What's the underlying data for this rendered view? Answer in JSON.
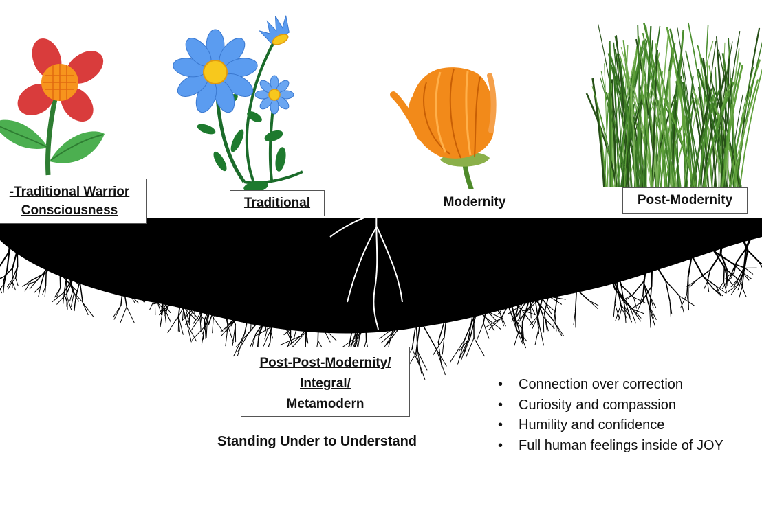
{
  "stages": {
    "pre_traditional": [
      "-Traditional Warrior",
      "Consciousness"
    ],
    "traditional": "Traditional",
    "modernity": "Modernity",
    "post_modernity": "Post-Modernity",
    "post_post_modernity": [
      "Post-Post-Modernity/",
      "Integral/",
      "Metamodern"
    ]
  },
  "caption": "Standing Under to Understand",
  "bullets": [
    "Connection over correction",
    "Curiosity and compassion",
    "Humility and confidence",
    "Full human feelings inside of JOY"
  ],
  "colors": {
    "red_flower": "#d93c3c",
    "flower_center": "#f7941d",
    "blue_flower": "#4a90e8",
    "orange_flower": "#f28a1a",
    "leaf_green": "#4caf50",
    "stem_green": "#2e7d32",
    "grass_green": "#3e7b27",
    "roots": "#000000"
  },
  "icons": [
    "red-flower-icon",
    "blue-flower-icon",
    "orange-flower-icon",
    "grass-icon",
    "roots-icon"
  ]
}
